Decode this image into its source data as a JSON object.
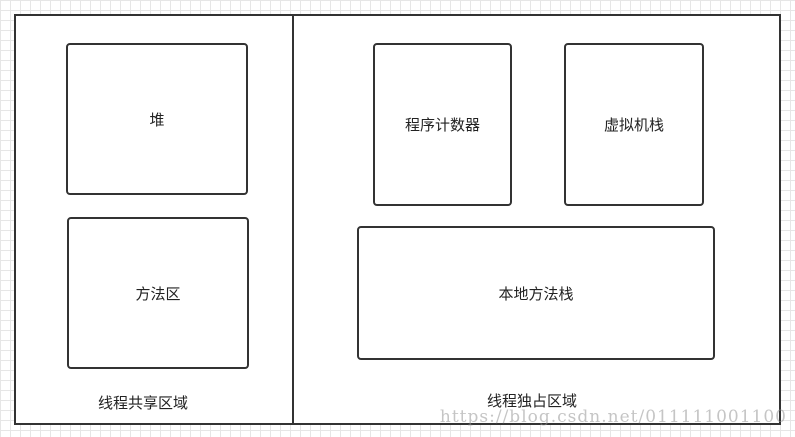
{
  "regions": {
    "shared": {
      "label": "线程共享区域",
      "boxes": {
        "heap": "堆",
        "method_area": "方法区"
      }
    },
    "private": {
      "label": "线程独占区域",
      "boxes": {
        "program_counter": "程序计数器",
        "vm_stack": "虚拟机栈",
        "native_method_stack": "本地方法栈"
      }
    }
  },
  "watermark": "https://blog.csdn.net/011111001100"
}
